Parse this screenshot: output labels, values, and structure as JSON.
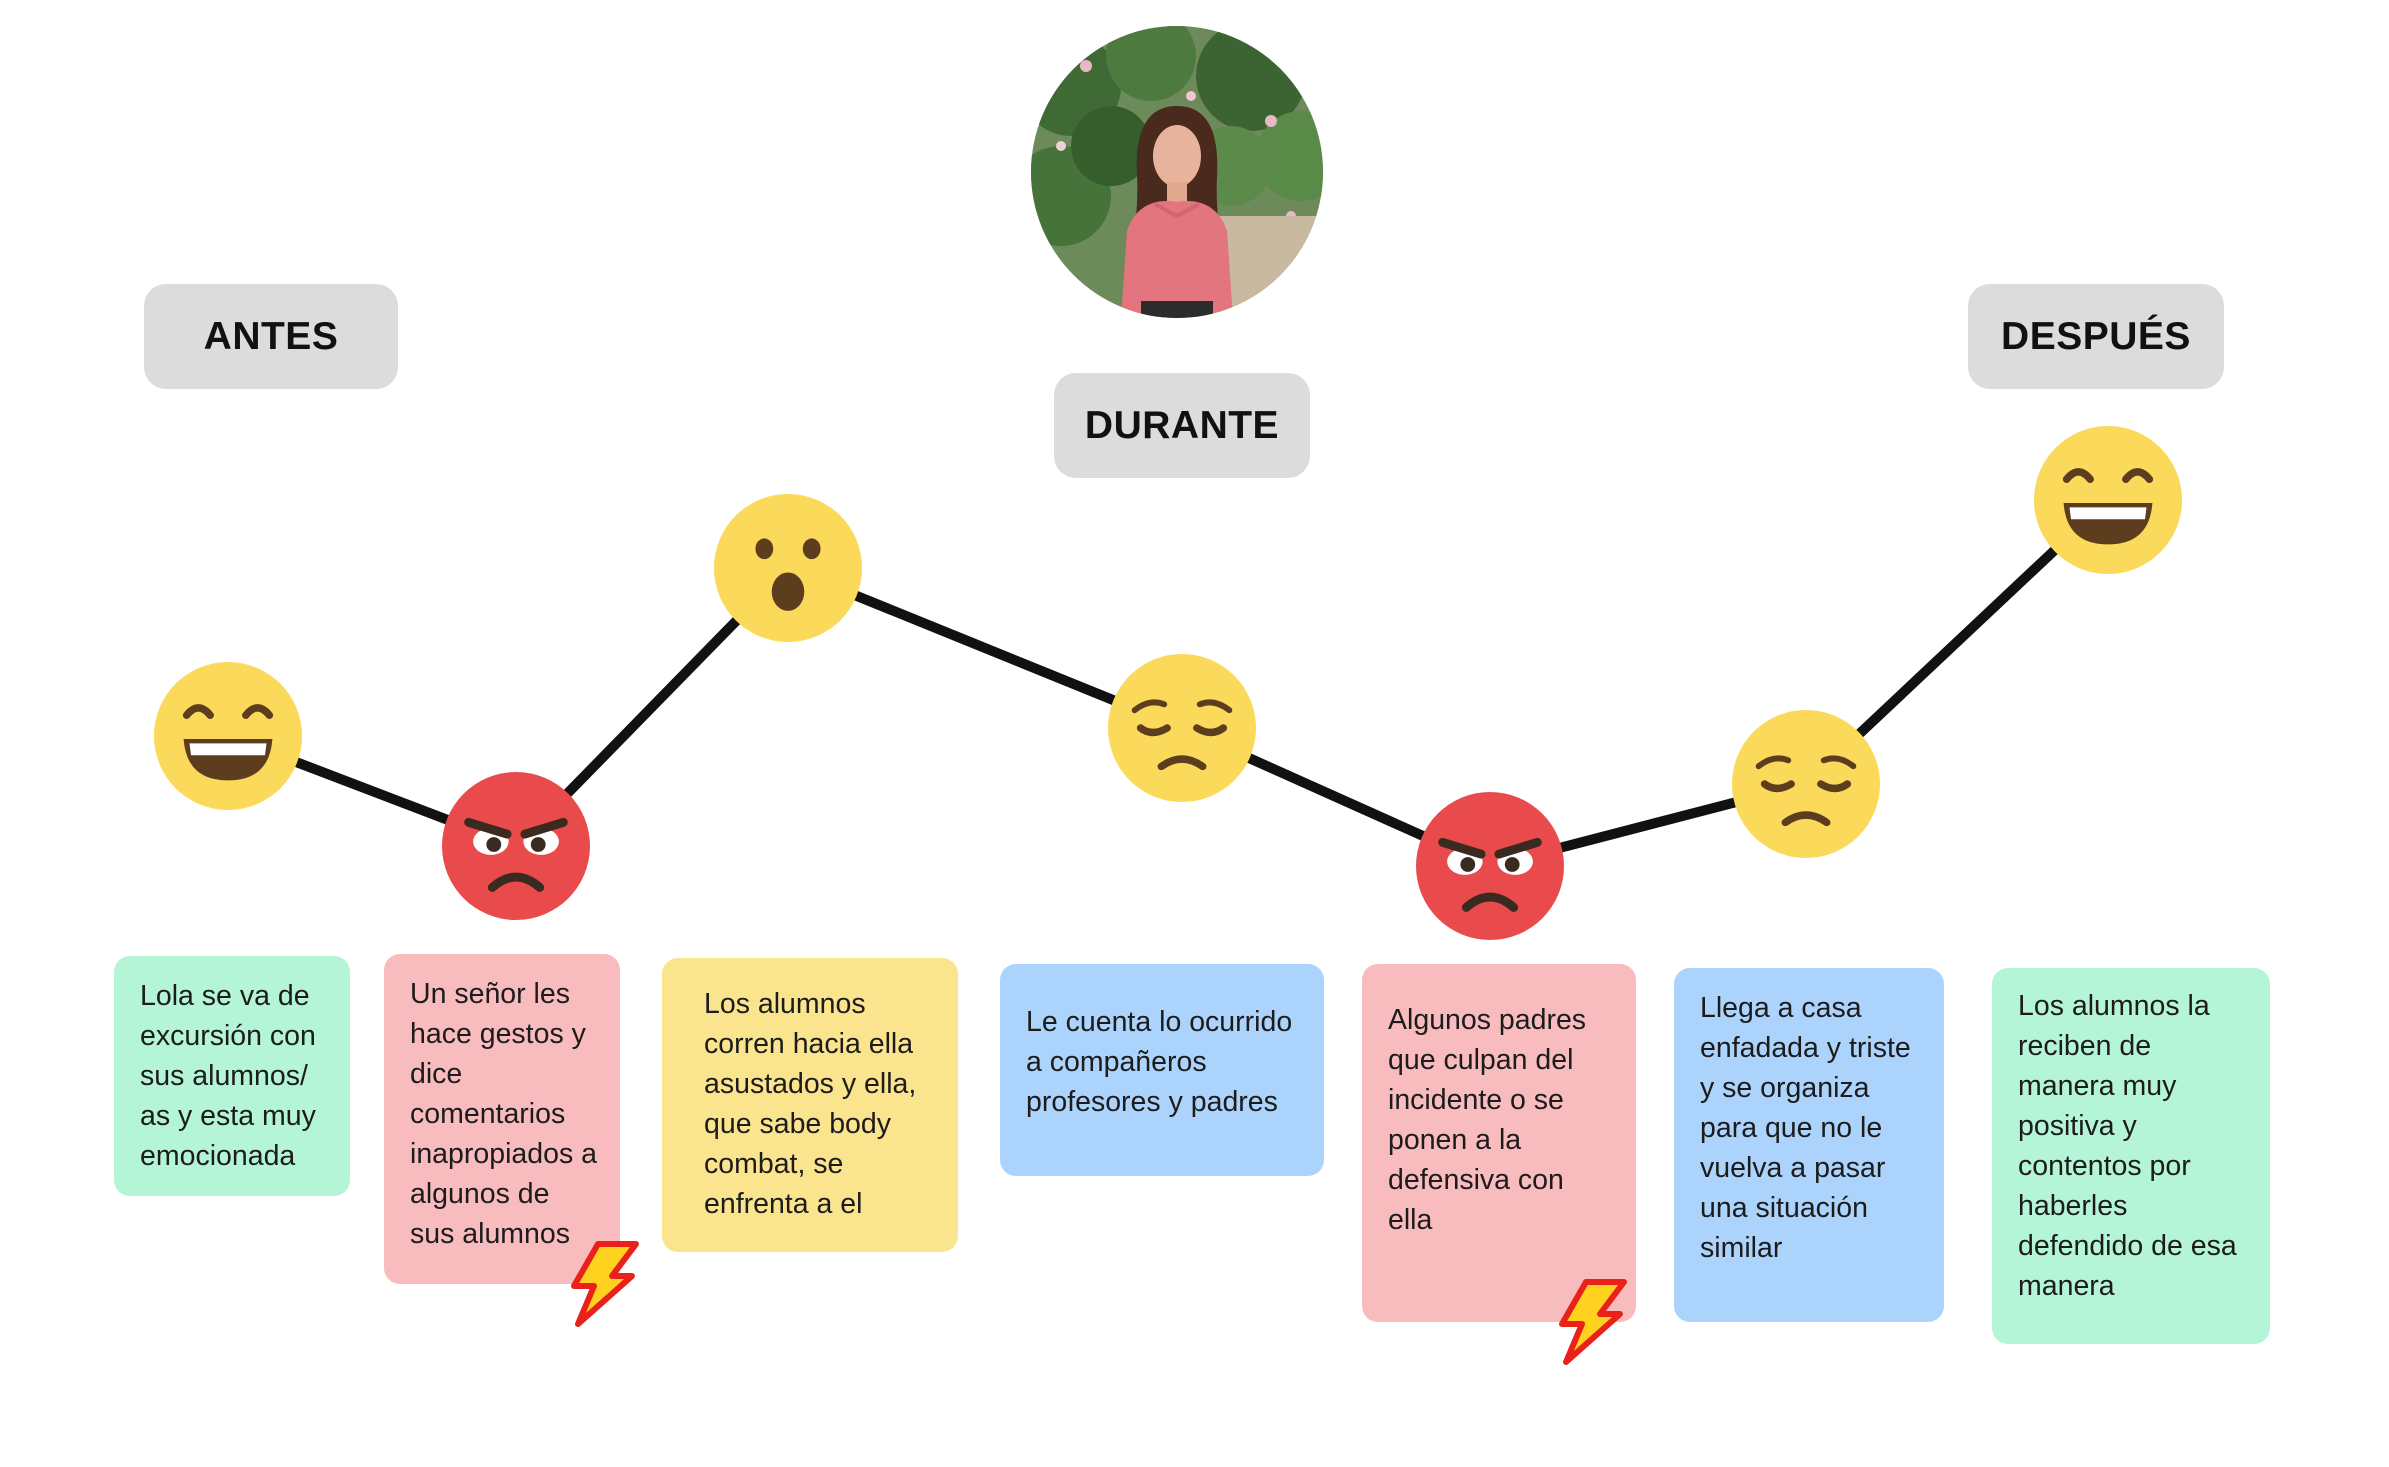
{
  "phases": {
    "before": "ANTES",
    "during": "DURANTE",
    "after": "DESPUÉS"
  },
  "persona": {
    "icon": "persona-photo"
  },
  "emotions": [
    {
      "icon": "grinning-face-icon",
      "mood": "happy"
    },
    {
      "icon": "angry-face-icon",
      "mood": "angry"
    },
    {
      "icon": "surprised-face-icon",
      "mood": "surprised"
    },
    {
      "icon": "pensive-face-icon",
      "mood": "sad"
    },
    {
      "icon": "angry-face-icon",
      "mood": "angry"
    },
    {
      "icon": "pensive-face-icon",
      "mood": "sad"
    },
    {
      "icon": "grinning-face-icon",
      "mood": "happy"
    }
  ],
  "cards": [
    {
      "text": "Lola se va de excursión con sus alumnos/ as y esta muy emocionada",
      "color": "#b4f5d7"
    },
    {
      "text": "Un señor les hace gestos y dice comentarios inapropiados a algunos de sus alumnos",
      "color": "#f8bcbe",
      "badge": "lightning-icon"
    },
    {
      "text": "Los alumnos corren hacia ella asustados y ella, que sabe body combat, se enfrenta a el",
      "color": "#fbe48e"
    },
    {
      "text": "Le cuenta lo ocurrido a compañeros profesores y padres",
      "color": "#acd3fb"
    },
    {
      "text": "Algunos padres que culpan del incidente o se ponen a la defensiva con ella",
      "color": "#f8bcbe",
      "badge": "lightning-icon"
    },
    {
      "text": "Llega a casa enfadada y triste y se organiza para que no le vuelva a pasar una situación similar",
      "color": "#acd3fb"
    },
    {
      "text": "Los alumnos la reciben de manera muy positiva y contentos por haberles defendido de esa manera",
      "color": "#b4f5d7"
    }
  ],
  "colors": {
    "emoji_yellow": "#fbd95a",
    "emoji_red": "#e94b4c",
    "line": "#111111",
    "phase_bg": "#dcdcdc"
  }
}
